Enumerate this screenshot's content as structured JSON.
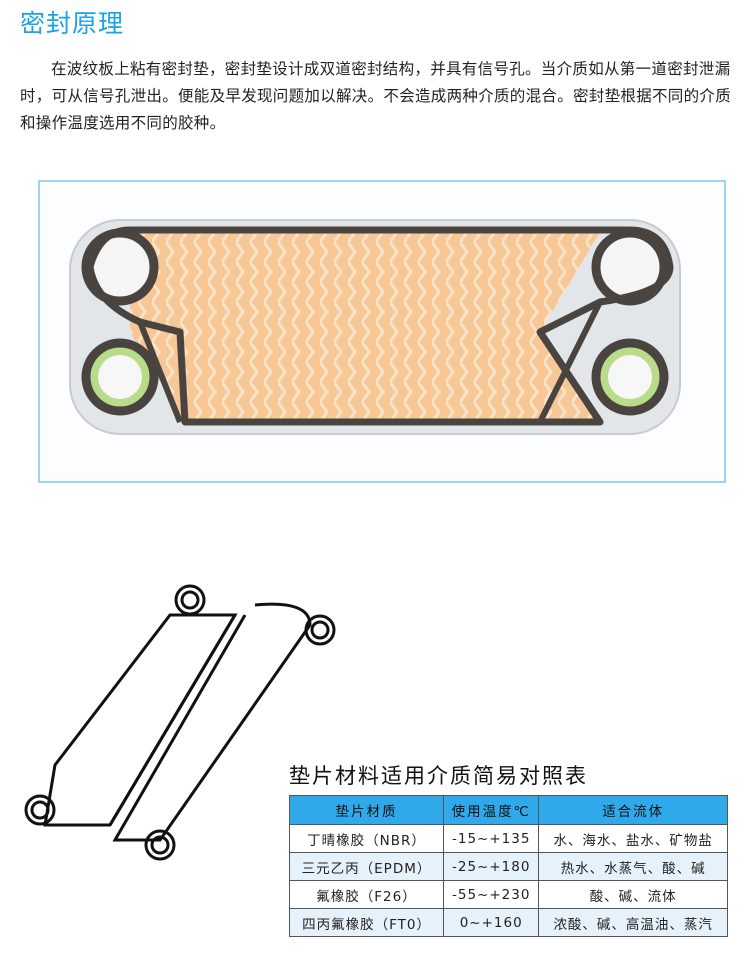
{
  "title": "密封原理",
  "paragraph": "在波纹板上粘有密封垫，密封垫设计成双道密封结构，并具有信号孔。当介质如从第一道密封泄漏时，可从信号孔泄出。便能及早发现问题加以解决。不会造成两种介质的混合。密封垫根据不同的介质和操作温度选用不同的胶种。",
  "table": {
    "title": "垫片材料适用介质简易对照表",
    "headers": [
      "垫片材质",
      "使用温度℃",
      "适合流体"
    ],
    "rows": [
      [
        "丁晴橡胶（NBR）",
        "-15~+135",
        "水、海水、盐水、矿物盐"
      ],
      [
        "三元乙丙（EPDM）",
        "-25~+180",
        "热水、水蒸气、酸、碱"
      ],
      [
        "氟橡胶（F26）",
        "-55~+230",
        "酸、碱、流体"
      ],
      [
        "四丙氟橡胶（FT0）",
        "0~+160",
        "浓酸、碱、高温油、蒸汽"
      ]
    ]
  },
  "colors": {
    "title": "#1aa3e6",
    "header": "#2fa9ea",
    "alt_row": "#e6f2fb",
    "plate_orange": "#f6c28f",
    "port_green": "#b9dc8a",
    "gasket": "#4a4440"
  }
}
